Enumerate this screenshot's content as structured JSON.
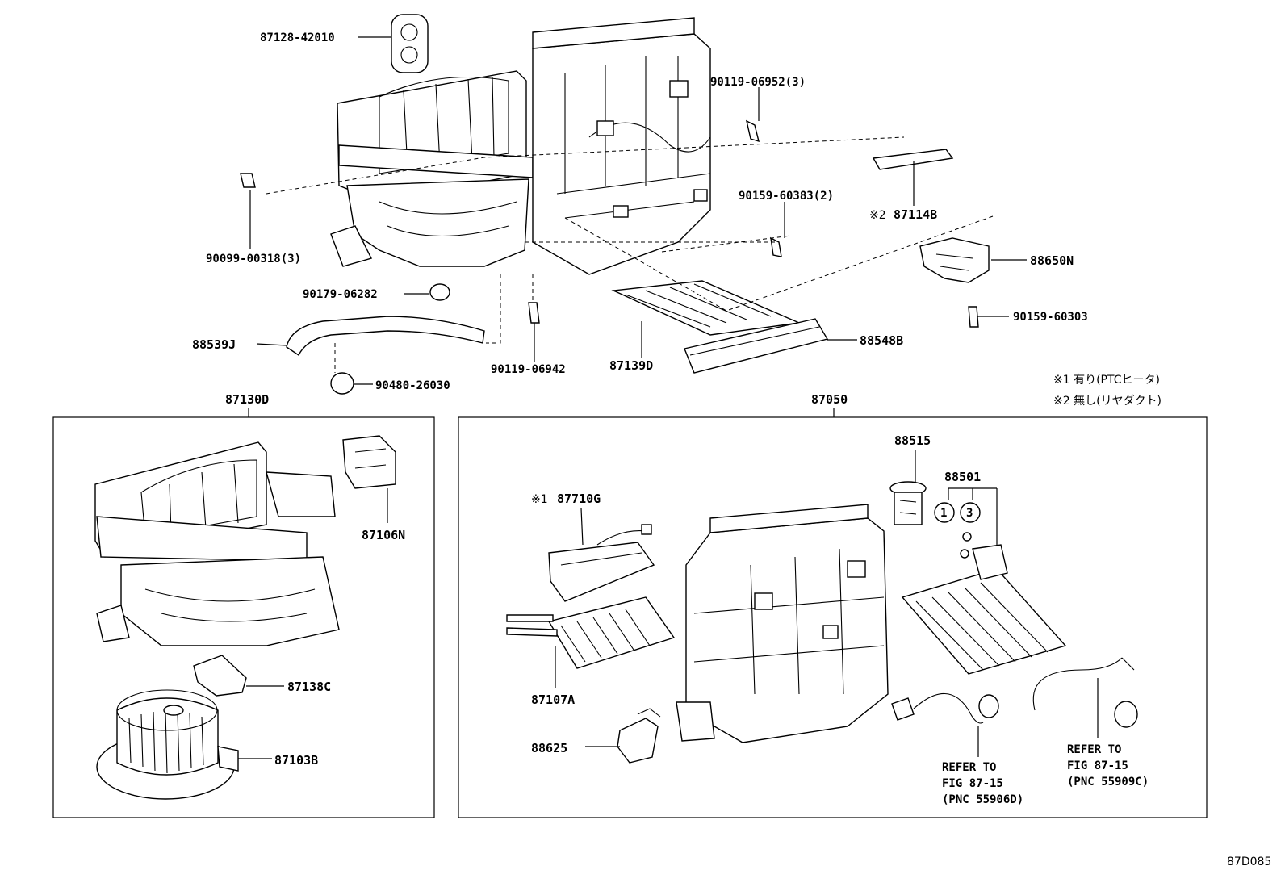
{
  "labels": {
    "p8712842010": "87128-42010",
    "p9011906952": "90119-06952(3)",
    "p9015960383": "90159-60383(2)",
    "p87114b_mark": "※2",
    "p87114b": "87114B",
    "p9009900318": "90099-00318(3)",
    "p88650n": "88650N",
    "p9017906282": "90179-06282",
    "p9015960303": "90159-60303",
    "p88539j": "88539J",
    "p9011906942": "90119-06942",
    "p87139d": "87139D",
    "p88548b": "88548B",
    "p9048026030": "90480-26030",
    "p87130d": "87130D",
    "p87050": "87050",
    "p87106n": "87106N",
    "p87138c": "87138C",
    "p87103b": "87103B",
    "p88515": "88515",
    "p88501": "88501",
    "circ1": "1",
    "circ3": "3",
    "p87710g_mark": "※1",
    "p87710g": "87710G",
    "p87107a": "87107A",
    "p88625": "88625"
  },
  "notes": {
    "note1": "※1 有り(PTCヒータ)",
    "note2": "※2 無し(リヤダクト)"
  },
  "refs": {
    "ref1_l1": "REFER TO",
    "ref1_l2": "FIG 87-15",
    "ref1_l3": "(PNC 55906D)",
    "ref2_l1": "REFER TO",
    "ref2_l2": "FIG 87-15",
    "ref2_l3": "(PNC 55909C)"
  },
  "figure_code": "87D085"
}
